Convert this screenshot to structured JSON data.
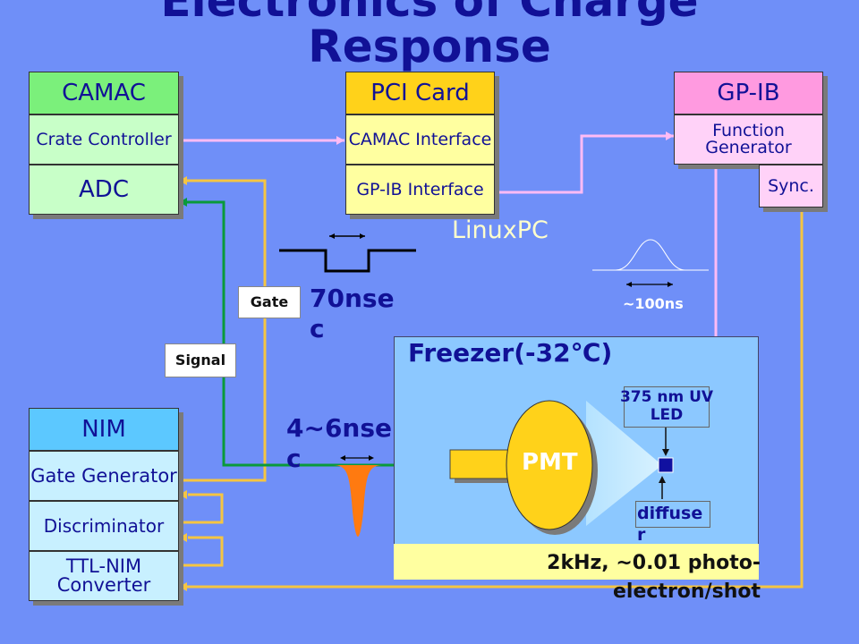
{
  "title_line1": "Electronics of Charge",
  "title_line2": "Response",
  "camac": {
    "header": "CAMAC",
    "crate": "Crate Controller",
    "adc": "ADC"
  },
  "pci": {
    "header": "PCI Card",
    "camac_if": "CAMAC Interface",
    "gpib_if": "GP-IB Interface",
    "linuxpc": "LinuxPC"
  },
  "gpib": {
    "header": "GP-IB",
    "fg": "Function Generator",
    "sync": "Sync."
  },
  "nim": {
    "header": "NIM",
    "gate_gen": "Gate Generator",
    "disc": "Discriminator",
    "ttl": "TTL-NIM Converter"
  },
  "labels": {
    "gate": "Gate",
    "signal": "Signal",
    "width70": "70nsec",
    "width46": "4~6nsec",
    "pulse100": "~100ns"
  },
  "freezer": {
    "title": "Freezer(-32℃)",
    "pmt": "PMT",
    "led": "375 nm UV LED",
    "diffuser": "diffuser",
    "rate": "2kHz, ~0.01 photo-electron/shot"
  },
  "colors": {
    "pink_line": "#ffbbf5",
    "yellow_line": "#f5c542",
    "green_line": "#0a9a3a"
  }
}
